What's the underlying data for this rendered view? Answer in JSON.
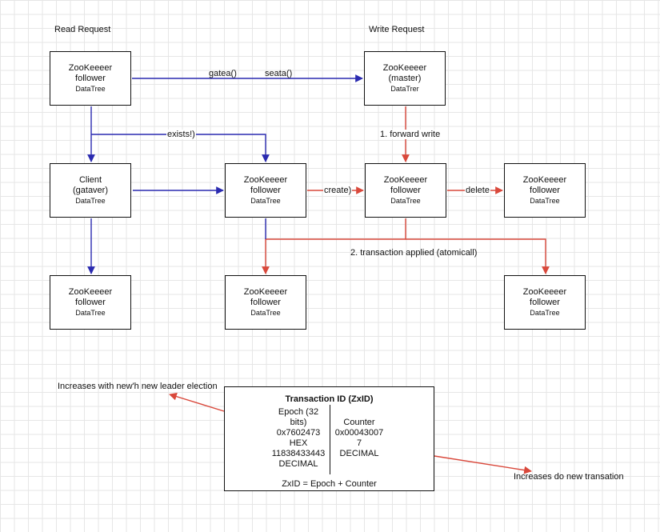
{
  "headers": {
    "read": "Read Request",
    "write": "Write Request"
  },
  "nodes": {
    "top_left": {
      "line1": "ZooKeeeer",
      "line2": "follower",
      "line3": "DataTree"
    },
    "top_right": {
      "line1": "ZooKeeeer",
      "line2": "(master)",
      "line3": "DataTrer"
    },
    "client": {
      "line1": "Client",
      "line2": "(gataver)",
      "line3": "DataTree"
    },
    "mid_center": {
      "line1": "ZooKeeeer",
      "line2": "follower",
      "line3": "DataTree"
    },
    "mid_master": {
      "line1": "ZooKeeeer",
      "line2": "follower",
      "line3": "DataTree"
    },
    "mid_right": {
      "line1": "ZooKeeeer",
      "line2": "follower",
      "line3": "DataTree"
    },
    "bot_left": {
      "line1": "ZooKeeeer",
      "line2": "follower",
      "line3": "DataTree"
    },
    "bot_center": {
      "line1": "ZooKeeeer",
      "line2": "follower",
      "line3": "DataTree"
    },
    "bot_right": {
      "line1": "ZooKeeeer",
      "line2": "follower",
      "line3": "DataTree"
    }
  },
  "edge_labels": {
    "gatea": "gatea()",
    "seata": "seata()",
    "exists": "exists!)",
    "forward": "1. forward write",
    "create": "create)",
    "delete": "delete",
    "transaction": "2. transaction applied (atomicall)"
  },
  "transaction": {
    "title": "Transaction ID (ZxID)",
    "epoch": [
      "Epoch (32",
      "bits)",
      "0x7602473",
      "HEX",
      "11838433443",
      "DECIMAL"
    ],
    "counter": [
      "Counter",
      "0x00043007",
      "7",
      "DECIMAL"
    ],
    "formula": "ZxID = Epoch + Counter"
  },
  "notes": {
    "left": "Increases with new'h new leader election",
    "right": "Increases do new transation"
  },
  "colors": {
    "read_edge": "#2a2ab0",
    "write_edge": "#d9483b"
  }
}
